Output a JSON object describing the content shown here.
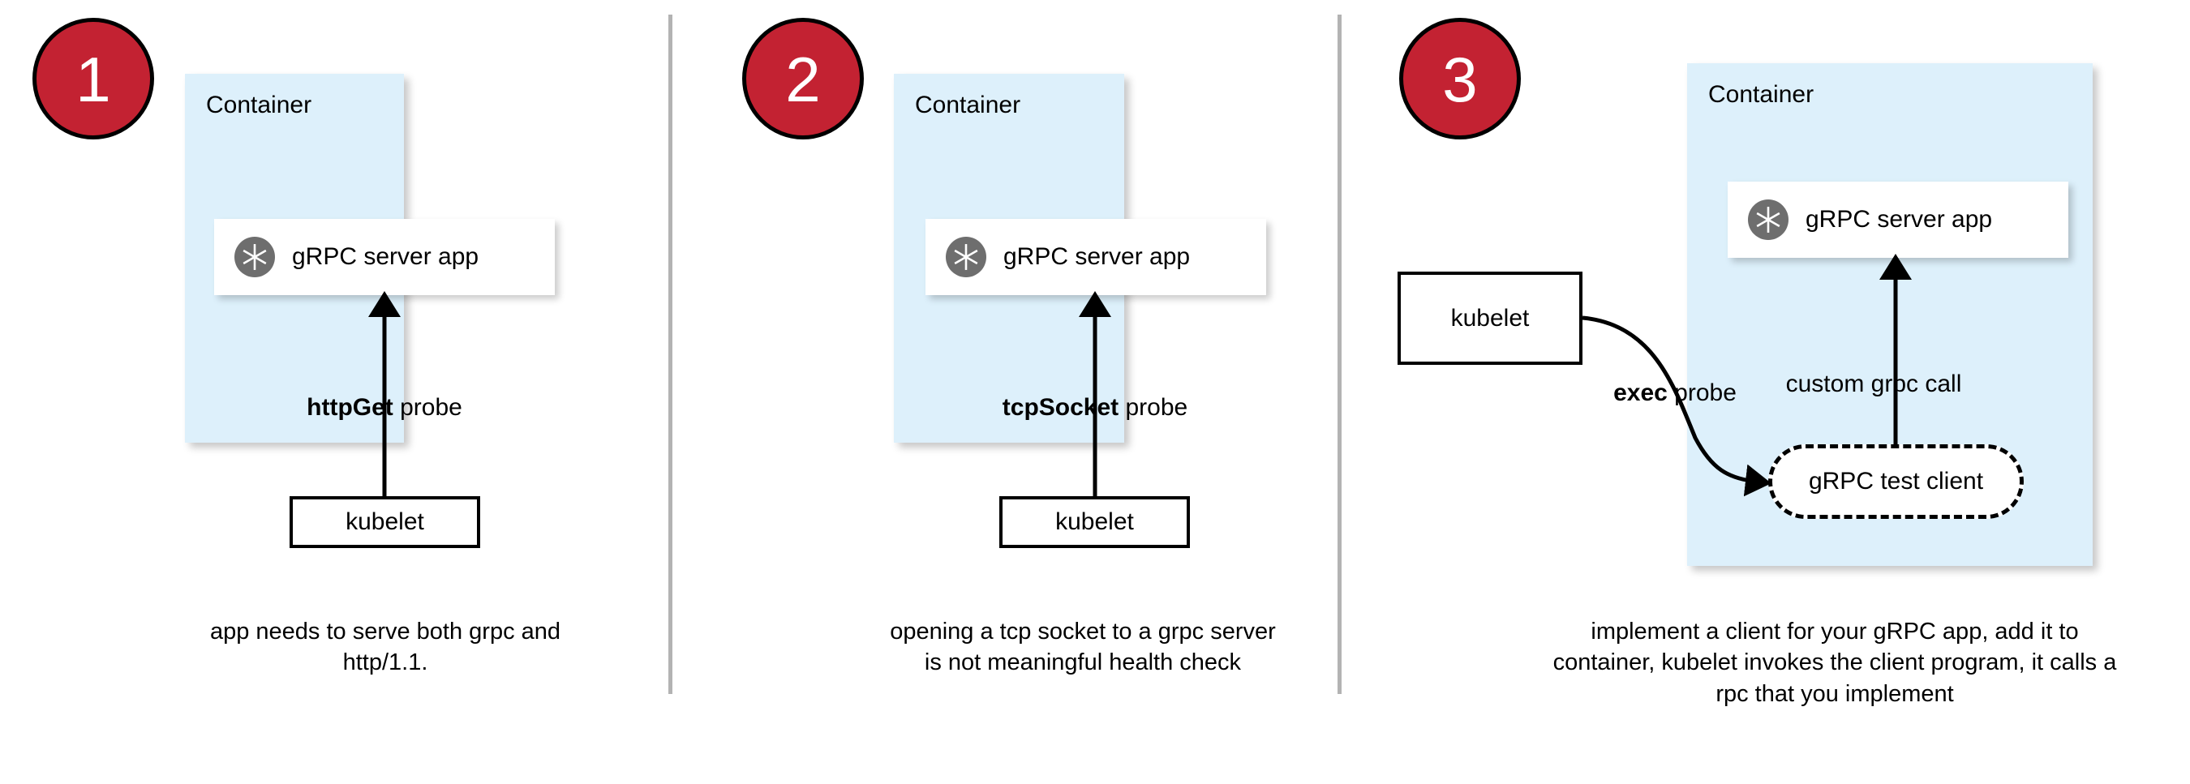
{
  "diagram": {
    "title": "gRPC health probe approaches",
    "background_color": "#ffffff",
    "accent_color": "#c32232",
    "container_color": "#ddf0fb",
    "divider_color": "#b3b3b3"
  },
  "panels": [
    {
      "step_number": "1",
      "container_label": "Container",
      "app_label": "gRPC server app",
      "app_icon": "grpc-aperture-icon",
      "probe_label_bold": "httpGet",
      "probe_label_rest": " probe",
      "kubelet_label": "kubelet",
      "caption": "app needs to serve both grpc and http/1.1."
    },
    {
      "step_number": "2",
      "container_label": "Container",
      "app_label": "gRPC server app",
      "app_icon": "grpc-aperture-icon",
      "probe_label_bold": "tcpSocket",
      "probe_label_rest": " probe",
      "kubelet_label": "kubelet",
      "caption": "opening a tcp socket to a grpc server is not meaningful health check"
    },
    {
      "step_number": "3",
      "container_label": "Container",
      "app_label": "gRPC server app",
      "app_icon": "grpc-aperture-icon",
      "probe_label_bold": "exec",
      "probe_label_rest": " probe",
      "kubelet_label": "kubelet",
      "internal_call_label": "custom grpc call",
      "test_client_label": "gRPC test client",
      "caption": "implement a client for your gRPC app, add it to container, kubelet invokes the client program, it calls a rpc that you implement"
    }
  ]
}
